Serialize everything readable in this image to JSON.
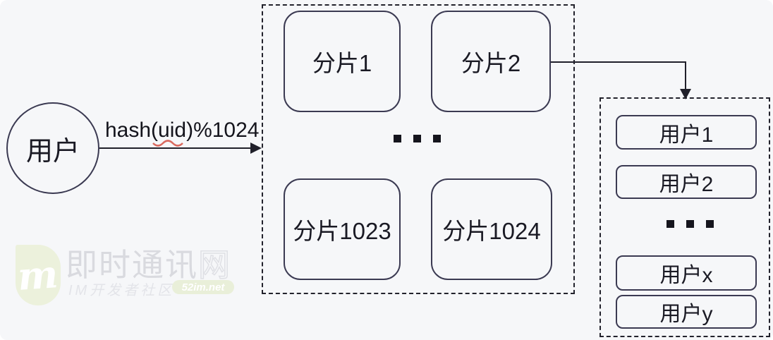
{
  "user_node": {
    "label": "用户"
  },
  "hash_edge": {
    "label": "hash(uid)%1024"
  },
  "shard_cluster": {
    "shards": [
      {
        "label": "分片1"
      },
      {
        "label": "分片2"
      },
      {
        "label": "分片1023"
      },
      {
        "label": "分片1024"
      }
    ],
    "ellipsis": "..."
  },
  "user_cluster": {
    "users": [
      {
        "label": "用户1"
      },
      {
        "label": "用户2"
      },
      {
        "label": "用户x"
      },
      {
        "label": "用户y"
      }
    ],
    "ellipsis": "..."
  },
  "watermark": {
    "logo_letter": "m",
    "brand_solid": "即时通讯",
    "brand_outline": "网",
    "tagline": "IM开发者社区",
    "site": "52im.net"
  },
  "colors": {
    "background": "#f6f7f9",
    "node_stroke": "#3b3a52",
    "connector": "#20202a",
    "text": "#1a1a24",
    "spellcheck_underline": "#d96a5f",
    "watermark_green": "#e9efd9",
    "watermark_gray": "#d9dadf"
  }
}
